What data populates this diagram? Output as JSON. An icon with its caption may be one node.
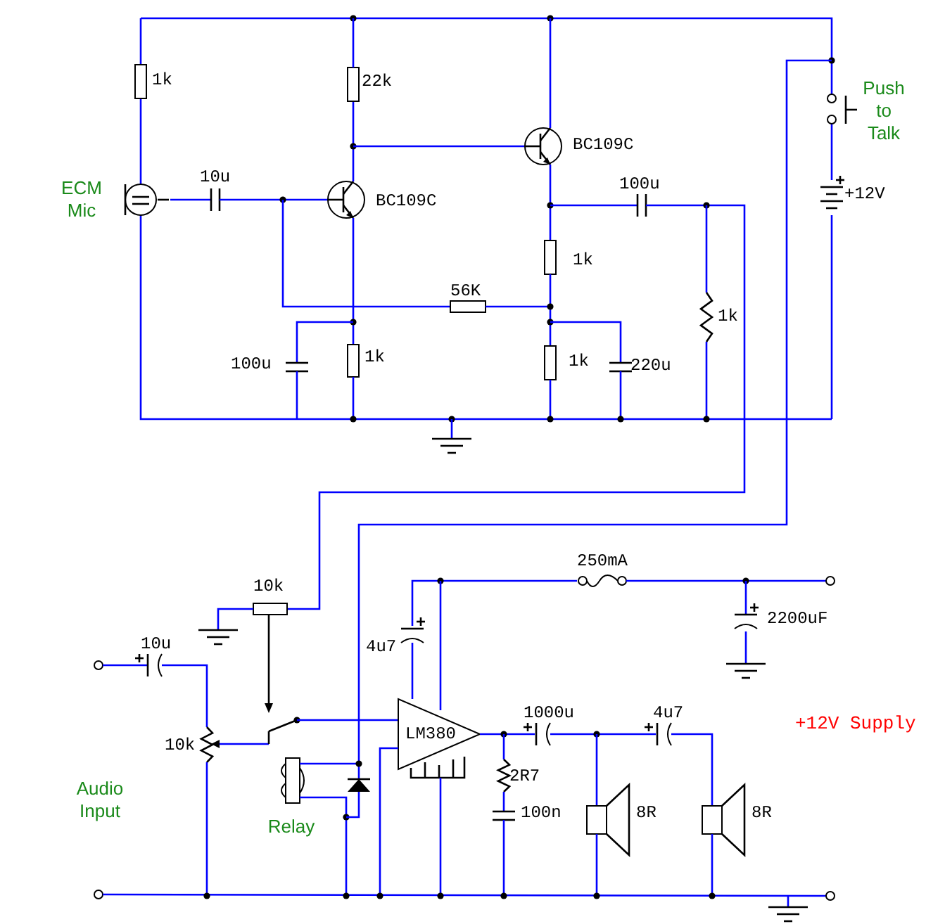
{
  "diagram": {
    "labels": [
      "1k",
      "22k",
      "Push to Talk",
      "BC109C",
      "ECM Mic",
      "10u",
      "100u",
      "BC109C",
      "+12V",
      "1k",
      "56K",
      "1k",
      "100u",
      "1k",
      "1k",
      "220u",
      "250mA",
      "10k",
      "2200uF",
      "10u",
      "4u7",
      "1000u",
      "4u7",
      "+12V Supply",
      "LM380",
      "10k",
      "2R7",
      "Audio Input",
      "100n",
      "8R",
      "8R",
      "Relay"
    ]
  }
}
